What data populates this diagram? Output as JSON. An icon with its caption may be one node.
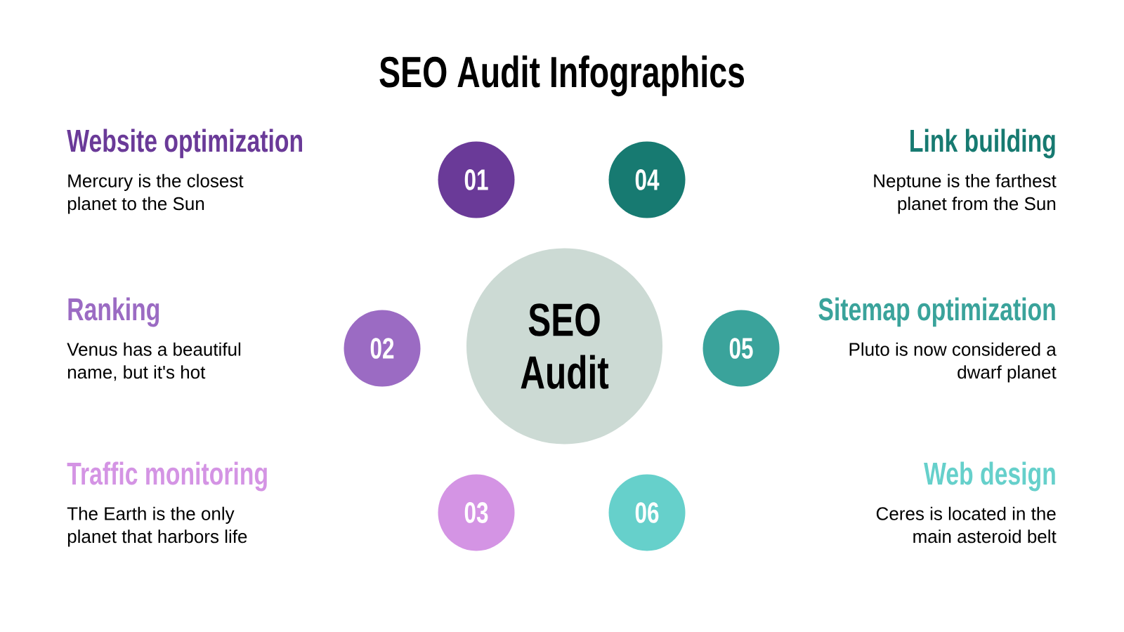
{
  "diagram": {
    "title": "SEO Audit Infographics",
    "nodes": [
      {
        "text": [
          "SEO Audit"
        ]
      },
      {
        "text": [
          "01"
        ],
        "beside": [
          "Website optimization",
          "Mercury is the closest planet to the Sun"
        ]
      },
      {
        "text": [
          "02"
        ],
        "beside": [
          "Ranking",
          "Venus has a beautiful name, but it's hot"
        ]
      },
      {
        "text": [
          "03"
        ],
        "beside": [
          "Traffic monitoring",
          "The Earth is the only planet that harbors life"
        ]
      },
      {
        "text": [
          "04"
        ],
        "beside": [
          "Link building",
          "Neptune is the farthest planet from the Sun"
        ]
      },
      {
        "text": [
          "05"
        ],
        "beside": [
          "Sitemap optimization",
          "Pluto is now considered a dwarf planet"
        ]
      },
      {
        "text": [
          "06"
        ],
        "beside": [
          "Web design",
          "Ceres is located in the main asteroid belt"
        ]
      }
    ]
  }
}
